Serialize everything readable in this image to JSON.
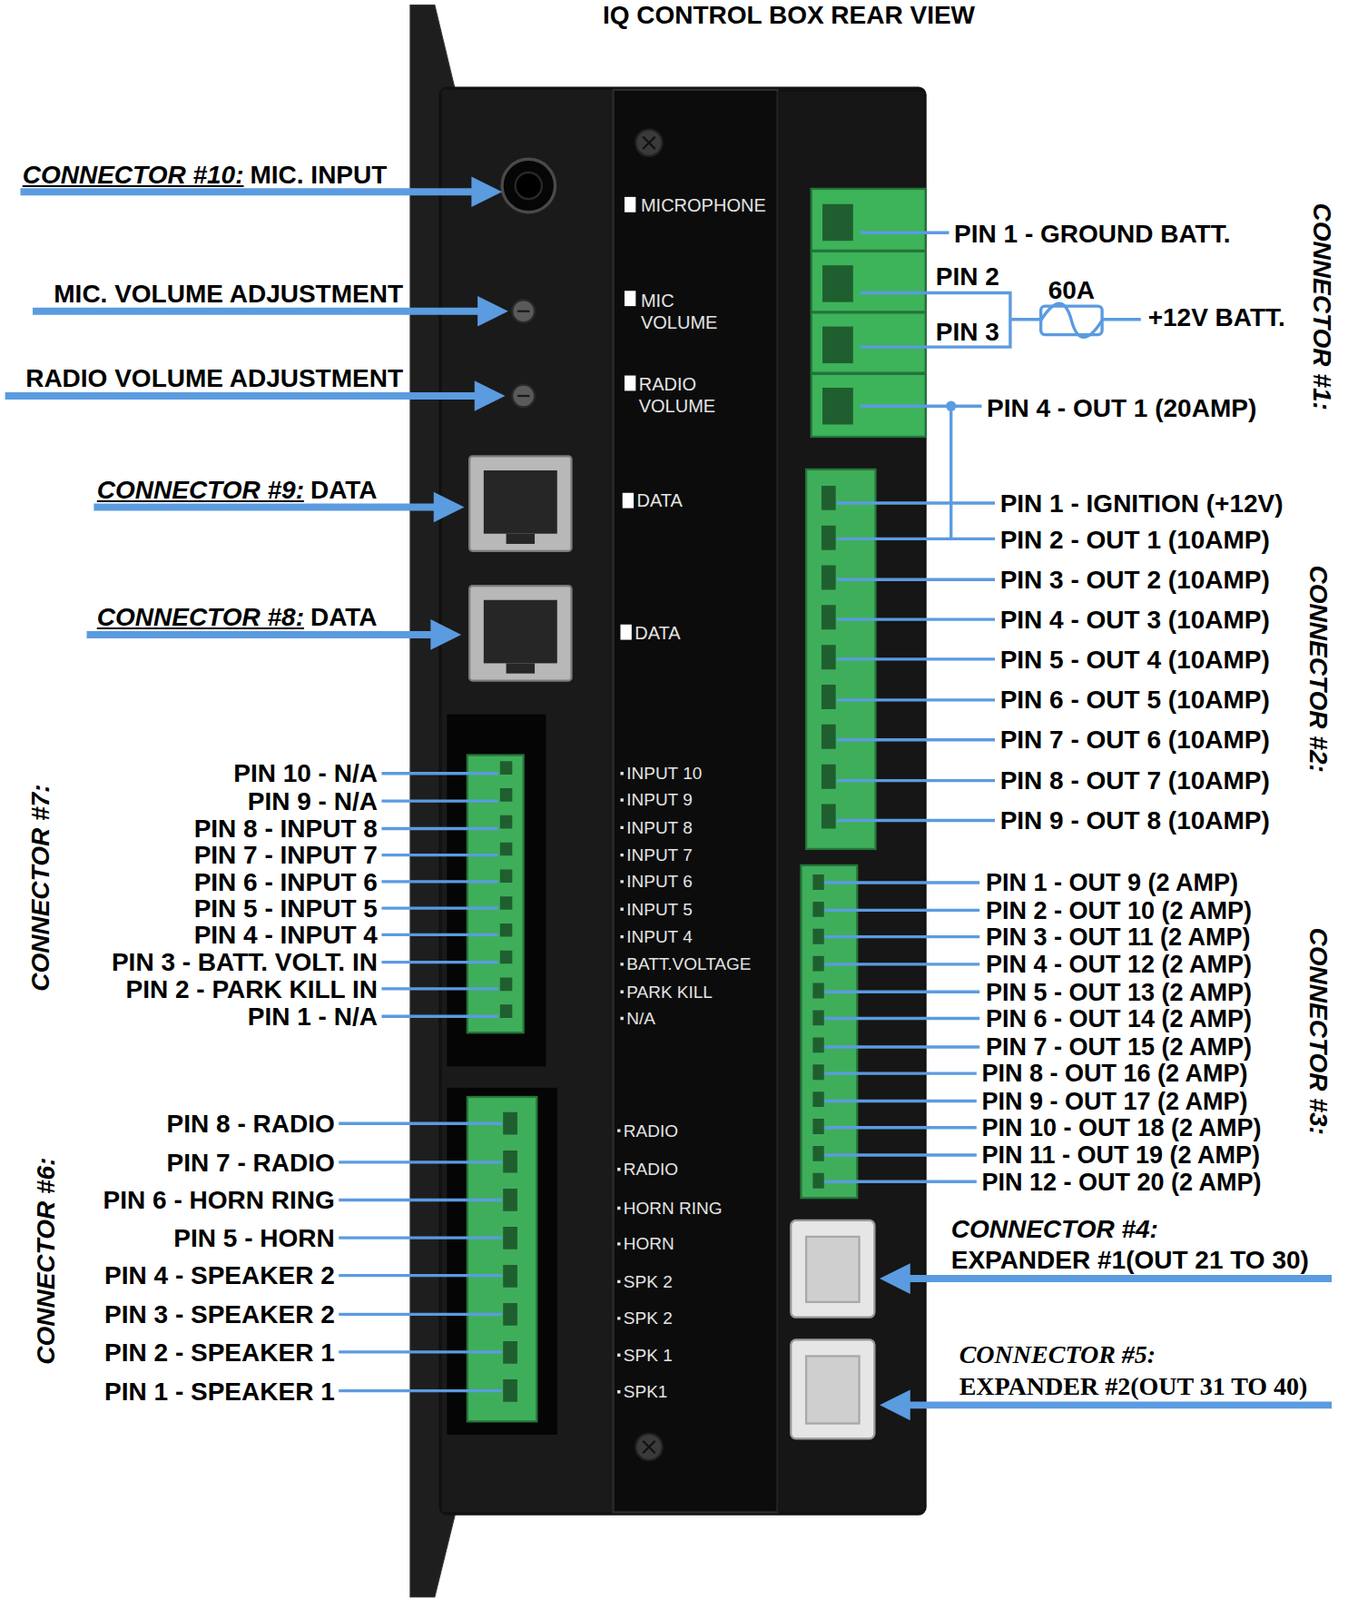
{
  "diagram": {
    "title": "IQ CONTROL BOX REAR VIEW",
    "labels": [
      "CONNECTOR #10:",
      "MIC. INPUT",
      "MIC. VOLUME ADJUSTMENT",
      "RADIO VOLUME ADJUSTMENT",
      "CONNECTOR #9:",
      "DATA",
      "CONNECTOR #8:",
      "DATA",
      "MICROPHONE",
      "MIC VOLUME",
      "RADIO VOLUME",
      "DATA",
      "DATA",
      "INPUT 10",
      "INPUT 9",
      "INPUT 8",
      "INPUT 7",
      "INPUT 6",
      "INPUT 5",
      "INPUT 4",
      "BATT.VOLTAGE",
      "PARK KILL",
      "N/A",
      "RADIO",
      "RADIO",
      "HORN RING",
      "HORN",
      "SPK 2",
      "SPK 2",
      "SPK 1",
      "SPK1",
      "CONNECTOR #7:",
      "PIN 10 - N/A",
      "PIN 9 - N/A",
      "PIN 8 - INPUT 8",
      "PIN 7 - INPUT 7",
      "PIN 6 - INPUT 6",
      "PIN 5 - INPUT 5",
      "PIN 4 - INPUT 4",
      "PIN 3 - BATT. VOLT. IN",
      "PIN 2 - PARK KILL IN",
      "PIN 1 - N/A",
      "CONNECTOR #6:",
      "PIN 8 - RADIO",
      "PIN 7 - RADIO",
      "PIN 6 - HORN RING",
      "PIN 5 - HORN",
      "PIN 4 - SPEAKER 2",
      "PIN 3 - SPEAKER 2",
      "PIN 2 - SPEAKER 1",
      "PIN 1 - SPEAKER 1",
      "PIN 1 - GROUND BATT.",
      "PIN 2",
      "PIN 3",
      "60A",
      "+12V BATT.",
      "PIN 4 - OUT 1 (20AMP)",
      "CONNECTOR #1:",
      "PIN 1 - IGNITION (+12V)",
      "PIN 2 - OUT 1 (10AMP)",
      "PIN 3 - OUT 2 (10AMP)",
      "PIN 4 - OUT 3 (10AMP)",
      "PIN 5 - OUT 4 (10AMP)",
      "PIN 6 - OUT 5 (10AMP)",
      "PIN 7 - OUT 6 (10AMP)",
      "PIN 8 - OUT 7 (10AMP)",
      "PIN 9 - OUT 8 (10AMP)",
      "CONNECTOR #2:",
      "PIN 1 - OUT 9 (2 AMP)",
      "PIN 2 - OUT 10 (2 AMP)",
      "PIN 3 - OUT 11 (2 AMP)",
      "PIN 4 - OUT 12 (2 AMP)",
      "PIN 5 - OUT 13 (2 AMP)",
      "PIN 6 - OUT 14 (2 AMP)",
      "PIN 7 - OUT 15 (2 AMP)",
      "PIN 8 - OUT 16 (2 AMP)",
      "PIN 9 - OUT 17 (2 AMP)",
      "PIN 10 - OUT 18 (2 AMP)",
      "PIN 11 - OUT 19 (2 AMP)",
      "PIN 12 - OUT 20 (2 AMP)",
      "CONNECTOR #3:",
      "CONNECTOR #4:",
      "EXPANDER #1(OUT 21 TO 30)",
      "CONNECTOR #5:",
      "EXPANDER #2(OUT 31 TO 40)"
    ]
  }
}
